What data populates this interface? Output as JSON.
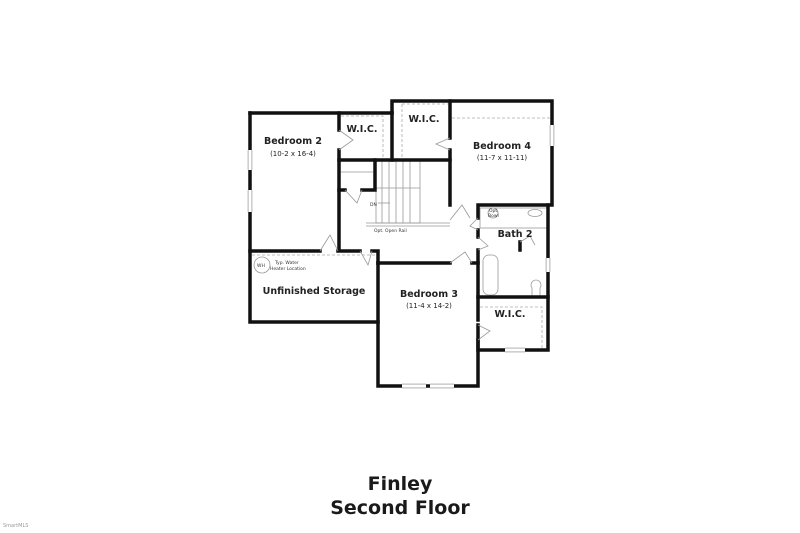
{
  "plan": {
    "name": "Finley",
    "floor": "Second Floor",
    "rooms": [
      {
        "name": "Bedroom 2",
        "size": "(10-2 x 16-4)"
      },
      {
        "name": "Bedroom 4",
        "size": "(11-7 x 11-11)"
      },
      {
        "name": "Bedroom 3",
        "size": "(11-4 x 14-2)"
      },
      {
        "name": "Bath 2"
      },
      {
        "name": "Unfinished Storage"
      },
      {
        "name": "W.I.C."
      },
      {
        "name": "W.I.C."
      },
      {
        "name": "W.I.C."
      }
    ],
    "notes": {
      "stairs": "DN",
      "rail": "Opt. Open Rail",
      "wh": "WH",
      "wh_note1": "Typ. Water",
      "wh_note2": "Heater Location",
      "bowl1": "Opt.",
      "bowl2": "Bowl"
    }
  },
  "watermark": "SmartMLS"
}
